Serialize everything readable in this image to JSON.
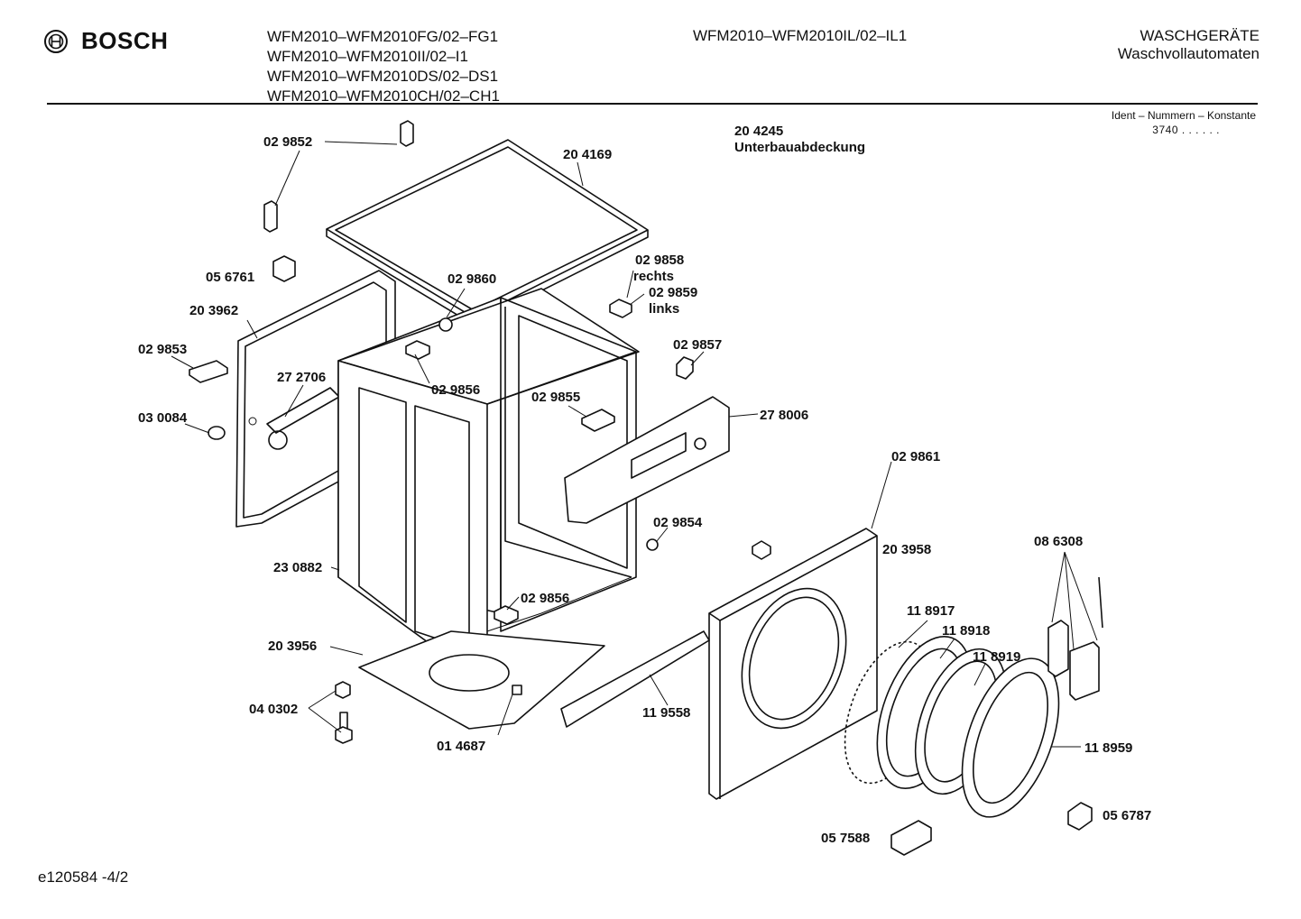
{
  "header": {
    "brand": "BOSCH",
    "models": [
      "WFM2010–WFM2010FG/02–FG1",
      "WFM2010–WFM2010II/02–I1",
      "WFM2010–WFM2010DS/02–DS1",
      "WFM2010–WFM2010CH/02–CH1"
    ],
    "model_center": "WFM2010–WFM2010IL/02–IL1",
    "category_line1": "WASCHGERÄTE",
    "category_line2": "Waschvollautomaten",
    "ident_label": "Ident – Nummern – Konstante",
    "ident_code": "3740 .  .  .  .  .  ."
  },
  "note": {
    "number": "20 4245",
    "text": "Unterbauabdeckung"
  },
  "labels": {
    "p029852": "02 9852",
    "p204169": "20 4169",
    "p056761": "05 6761",
    "p029860": "02 9860",
    "p029858": "02 9858",
    "rechts": "rechts",
    "p029859": "02 9859",
    "links": "links",
    "p203962": "20 3962",
    "p029853": "02 9853",
    "p272706": "27 2706",
    "p029856a": "02 9856",
    "p029857": "02 9857",
    "p030084": "03 0084",
    "p029855": "02 9855",
    "p278006": "27 8006",
    "p029861": "02 9861",
    "p029854": "02 9854",
    "p203958": "20 3958",
    "p086308": "08 6308",
    "p230882": "23 0882",
    "p029856b": "02 9856",
    "p118917": "11 8917",
    "p118918": "11 8918",
    "p118919": "11 8919",
    "p203956": "20 3956",
    "p040302": "04 0302",
    "p119558": "11 9558",
    "p014687": "01 4687",
    "p118959": "11 8959",
    "p056787": "05 6787",
    "p057588": "05 7588"
  },
  "footer": {
    "code": "e120584 -4/2"
  }
}
